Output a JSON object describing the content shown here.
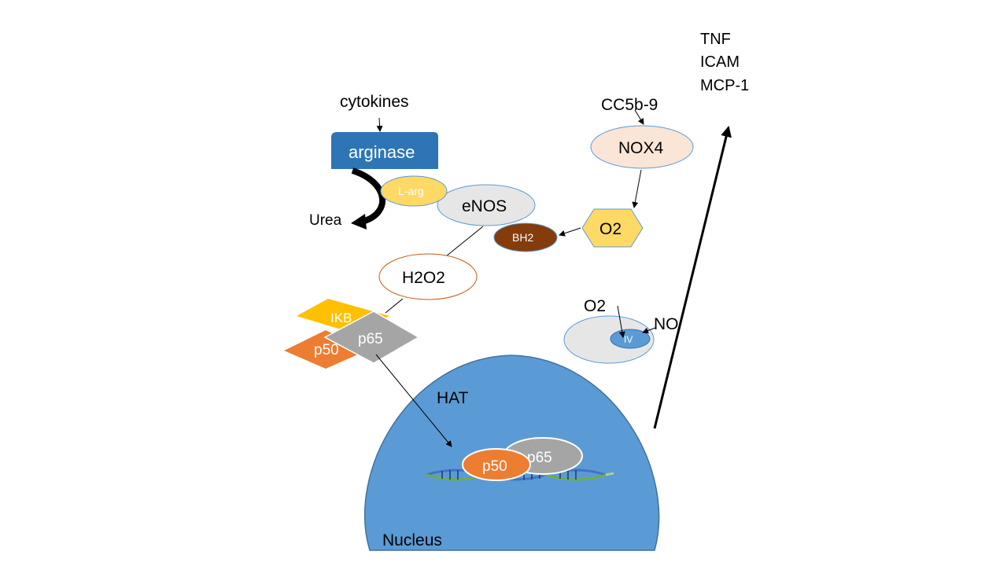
{
  "outputs": [
    "TNF",
    "ICAM",
    "MCP-1"
  ],
  "cytokines": "cytokines",
  "arginase": "arginase",
  "l_arg": "L-arg",
  "enos": "eNOS",
  "urea": "Urea",
  "c5b9": "CC5b-9",
  "nox4": "NOX4",
  "o2_hex": "O2",
  "bh2": "BH2",
  "h2o2": "H2O2",
  "ikb": "IKB",
  "p50_cytosol": "p50",
  "p65_cytosol": "p65",
  "hat": "HAT",
  "nucleus": "Nucleus",
  "p50_nucleus": "p50",
  "p65_nucleus": "p65",
  "mito_o2": "O2",
  "mito_no": "NO",
  "complex_iv": "IV",
  "colors": {
    "arginase": "#2e75b6",
    "nucleus": "#5b9bd5",
    "l_arg": "#ffd966",
    "enos": "#e7e6e6",
    "nox4": "#fbe5d6",
    "o2_hex": "#ffd966",
    "bh2": "#843c0c",
    "h2o2_border": "#c55a11",
    "ikb": "#ffc000",
    "p50": "#ed7d31",
    "p65": "#a5a5a5",
    "complex_iv": "#5b9bd5"
  }
}
